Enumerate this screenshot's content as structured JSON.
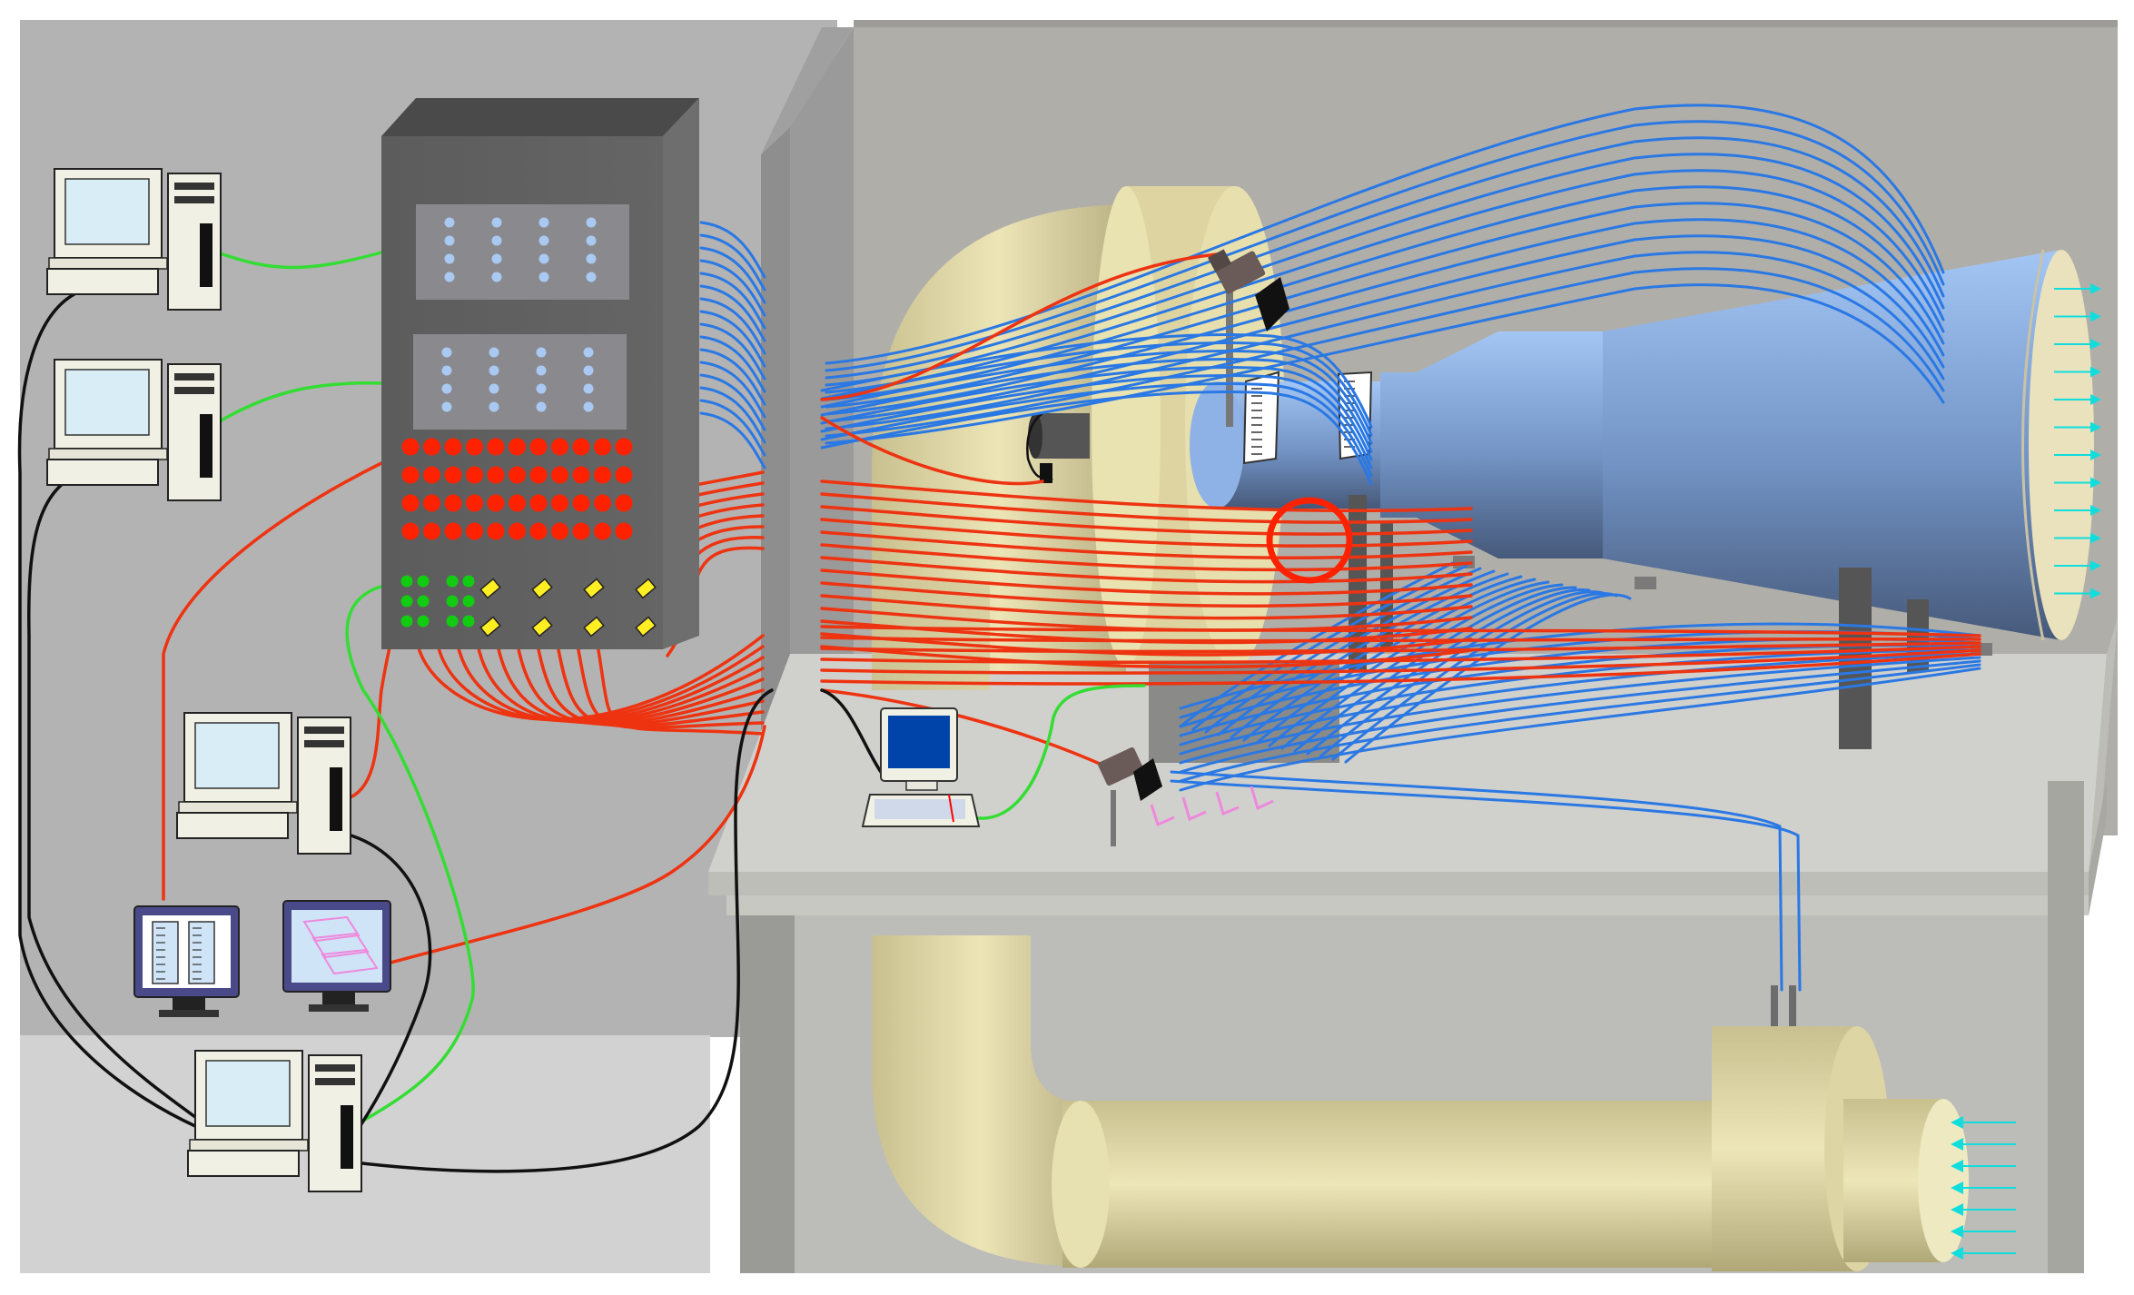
{
  "colors": {
    "background": "#ffffff",
    "wall": "#b3b3b3",
    "wall_light": "#bdbdbd",
    "floor": "#d2d2d2",
    "wall_right": "#b0aea9",
    "table_top": "#d0d0cc",
    "table_edge": "#b8b8b4",
    "cabinet_front": "#5c5c5c",
    "cabinet_top": "#4a4a4a",
    "cabinet_side": "#6e6e6e",
    "panel": "#8a8a8e",
    "panel_dot": "#a9c9f2",
    "red_dot": "#ff2200",
    "green_dot": "#11cc11",
    "yellow_chip": "#ffee22",
    "cable_blue": "#2a78e4",
    "cable_blue_light": "#5a9cf0",
    "cable_red": "#ee3311",
    "cable_green": "#33dd33",
    "cable_black": "#111111",
    "duct": "#e6dfae",
    "duct_shadow": "#b9b084",
    "nozzle_top": "#a3c6f5",
    "nozzle_bottom": "#4a6283",
    "flow_arrow": "#11dddd",
    "computer_body": "#f1f0e4",
    "computer_screen": "#d8edf6",
    "laptop_screen": "#0044aa",
    "monitor_frame": "#4a4a8a",
    "probe_pink": "#ee88dd",
    "ring_red": "#ff2200"
  },
  "icons": [
    "desktop-computer-icon",
    "crt-monitor-icon",
    "laptop-computer-icon",
    "camera-icon",
    "angle-gauge-icon",
    "rotation-arrow-icon",
    "flow-arrow-icon"
  ],
  "diagram": {
    "components": [
      "data-acquisition-cabinet",
      "desktop-computers",
      "display-monitors",
      "test-bench",
      "air-supply-duct",
      "plenum-chamber",
      "conical-nozzle",
      "cameras",
      "pitot-probes",
      "control-laptop"
    ],
    "counts": {
      "desktop_computers": 4,
      "display_monitors": 2,
      "cameras": 2,
      "angle_gauges": 2,
      "outlet_flow_arrows": 12,
      "inlet_flow_arrows": 7,
      "cabinet_red_dots": 44,
      "cabinet_green_dots": 12,
      "cabinet_yellow_chips": 8,
      "pink_probes": 4
    }
  }
}
